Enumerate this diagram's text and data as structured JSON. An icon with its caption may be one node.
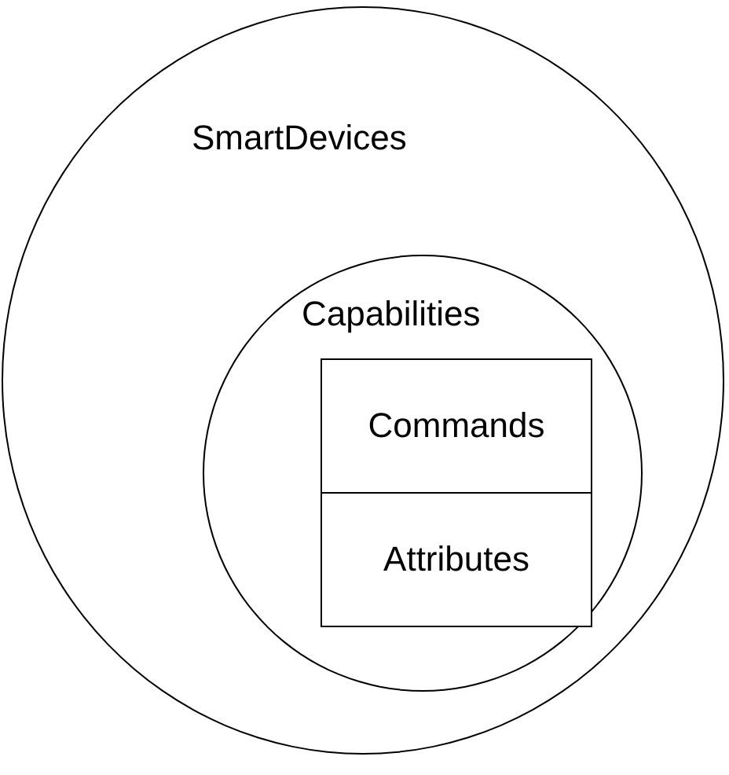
{
  "diagram": {
    "nodes": [
      {
        "text": [
          "SmartDevices"
        ]
      },
      {
        "text": [
          "Capabilities"
        ],
        "in": 0
      },
      {
        "text": [
          "Commands"
        ],
        "in": 1
      },
      {
        "text": [
          "Attributes"
        ],
        "in": 1
      }
    ]
  }
}
